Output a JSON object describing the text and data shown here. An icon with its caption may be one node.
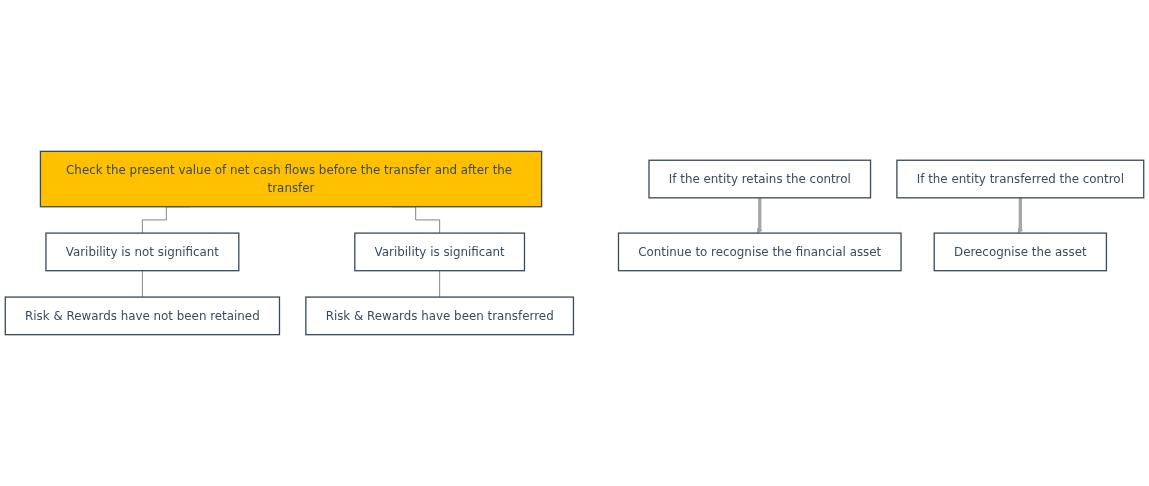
{
  "diagram": {
    "nodes": [
      {
        "text": [
          "Check the present value of net cash flows before the transfer and after the transfer"
        ]
      },
      {
        "text": [
          "Varibility is not significant"
        ]
      },
      {
        "text": [
          "Varibility is significant"
        ]
      },
      {
        "text": [
          "Risk & Rewards have not been retained"
        ]
      },
      {
        "text": [
          "Risk & Rewards have been transferred"
        ]
      },
      {
        "text": [
          "If the entity retains the control"
        ]
      },
      {
        "text": [
          "If the entity transferred the control"
        ]
      },
      {
        "text": [
          "Continue to recognise the financial asset"
        ]
      },
      {
        "text": [
          "Derecognise the asset"
        ]
      }
    ],
    "edges": [
      {
        "from": 0,
        "to": 1,
        "arrow": "none"
      },
      {
        "from": 0,
        "to": 2,
        "arrow": "none"
      },
      {
        "from": 1,
        "to": 3,
        "arrow": "none"
      },
      {
        "from": 2,
        "to": 4,
        "arrow": "none"
      },
      {
        "from": 5,
        "to": 7,
        "arrow": "to",
        "style": "thick",
        "color": "#a6a6a6"
      },
      {
        "from": 6,
        "to": 8,
        "arrow": "to",
        "style": "thick",
        "color": "#a6a6a6"
      }
    ]
  }
}
